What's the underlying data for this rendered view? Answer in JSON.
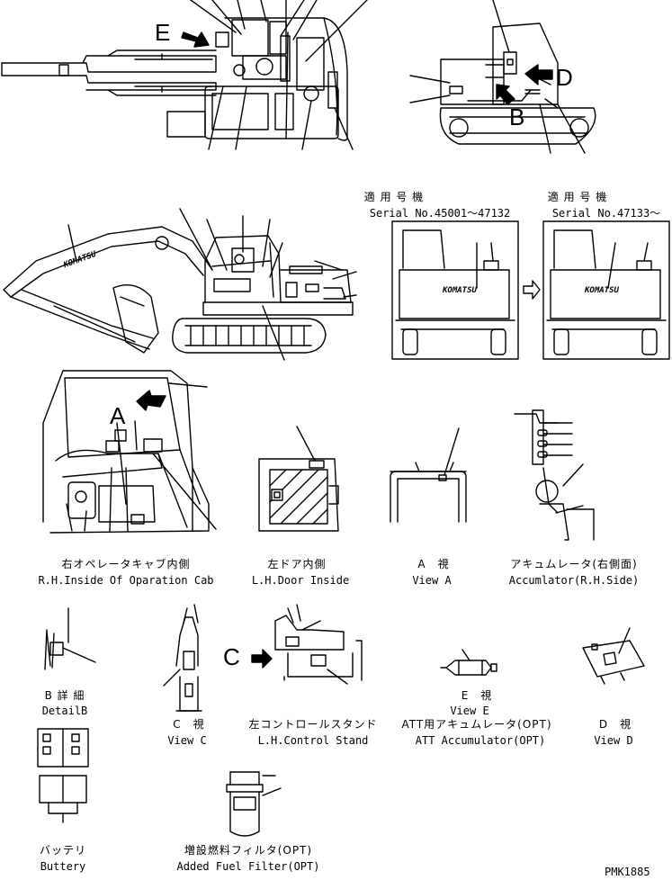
{
  "callouts": {
    "e": "E",
    "d": "D",
    "b": "B",
    "a": "A",
    "c": "C"
  },
  "serial": {
    "jp": "適 用 号 機",
    "range1": "Serial No.45001～47132",
    "range2": "Serial No.47133～"
  },
  "brand": "KOMATSU",
  "captions": {
    "rh_cab": {
      "jp": "右オペレータキャブ内側",
      "en": "R.H.Inside Of Oparation Cab"
    },
    "lh_door": {
      "jp": "左ドア内側",
      "en": "L.H.Door Inside"
    },
    "view_a": {
      "jp": "A　視",
      "en": "View A"
    },
    "accum": {
      "jp": "アキュムレータ(右側面)",
      "en": "Accumlator(R.H.Side)"
    },
    "detail_b": {
      "jp": "B 詳 細",
      "en": "DetailB"
    },
    "view_c": {
      "jp": "C　視",
      "en": "View C"
    },
    "lh_stand": {
      "jp": "左コントロールスタンド",
      "en": "L.H.Control Stand"
    },
    "view_e": {
      "jp": "E　視",
      "en": "View E"
    },
    "att_accum": {
      "jp": "ATT用アキュムレータ(OPT)",
      "en": "ATT Accumulator(OPT)"
    },
    "view_d": {
      "jp": "D　視",
      "en": "View D"
    },
    "battery": {
      "jp": "バッテリ",
      "en": "Buttery"
    },
    "fuel": {
      "jp": "増設燃料フィルタ(OPT)",
      "en": "Added Fuel Filter(OPT)"
    }
  },
  "drawing_id": "PMK1885"
}
